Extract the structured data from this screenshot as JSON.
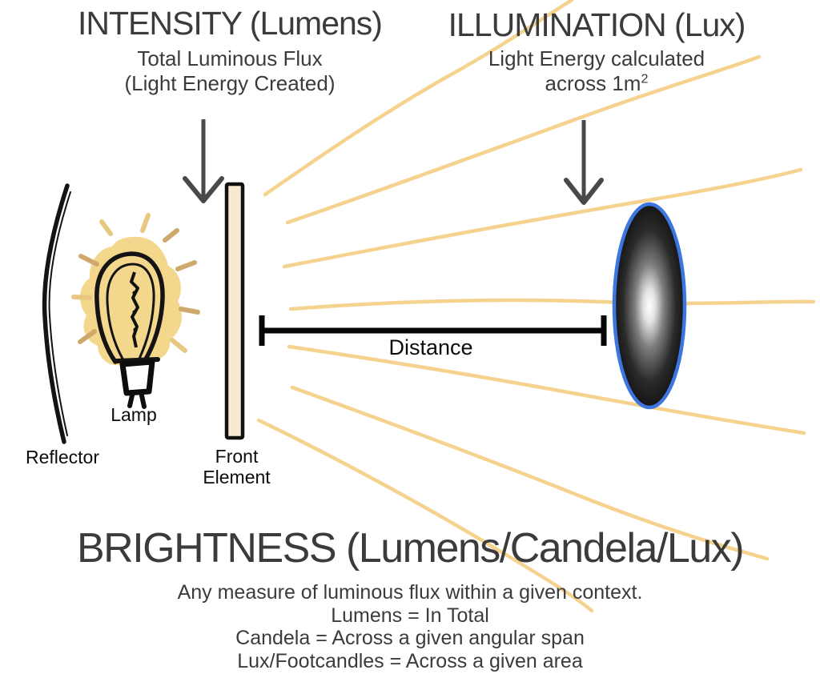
{
  "intensity": {
    "title": "INTENSITY (Lumens)",
    "subtitle1": "Total Luminous Flux",
    "subtitle2": "(Light Energy Created)"
  },
  "illumination": {
    "title": "ILLUMINATION (Lux)",
    "subtitle1": "Light Energy calculated",
    "subtitle2_text": "across 1m",
    "subtitle2_sup": "2"
  },
  "labels": {
    "reflector": "Reflector",
    "lamp": "Lamp",
    "front_element_line1": "Front",
    "front_element_line2": "Element",
    "distance": "Distance"
  },
  "brightness": {
    "title": "BRIGHTNESS (Lumens/Candela/Lux)",
    "line1": "Any measure of luminous flux within a given context.",
    "line2": "Lumens = In Total",
    "line3": "Candela = Across a given angular span",
    "line4": "Lux/Footcandles = Across a given area"
  },
  "colors": {
    "ray": "#f6d28f",
    "glow": "#f3d78c",
    "glow_dash_dark": "#cfa96b",
    "glow_dash_light": "#e8c780",
    "front_element_fill": "#f8ead1",
    "spot_ring_blue": "#3d76e0",
    "arrow_gray": "#494949",
    "ink_black": "#0d0d0d",
    "heading_gray": "#3b3b3b"
  }
}
